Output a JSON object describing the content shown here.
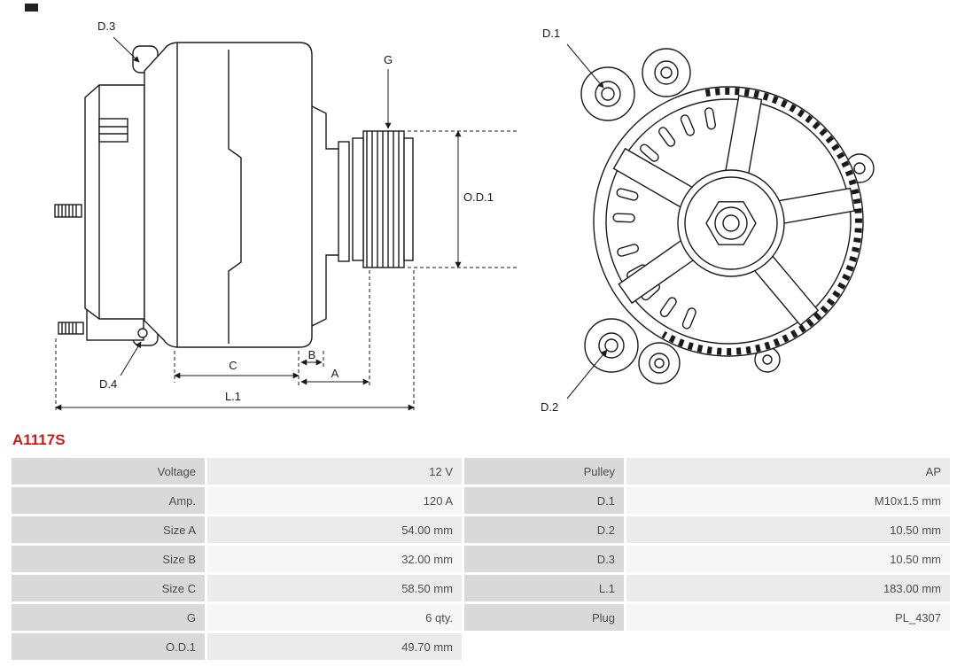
{
  "part": {
    "number": "A1117S"
  },
  "colors": {
    "part_number": "#cc1a1a",
    "line": "#1a1a1a",
    "label_cell_bg": "#d9d9d9",
    "row_odd_bg": "#ebebeb",
    "row_even_bg": "#f6f6f6"
  },
  "diagram": {
    "side_view_labels": {
      "d3": "D.3",
      "g": "G",
      "od1": "O.D.1",
      "d4": "D.4",
      "c": "C",
      "b": "B",
      "a": "A",
      "l1": "L.1"
    },
    "rear_view_labels": {
      "d1": "D.1",
      "d2": "D.2"
    }
  },
  "table": {
    "rows": [
      {
        "label_left": "Voltage",
        "value_left": "12 V",
        "label_right": "Pulley",
        "value_right": "AP"
      },
      {
        "label_left": "Amp.",
        "value_left": "120 A",
        "label_right": "D.1",
        "value_right": "M10x1.5 mm"
      },
      {
        "label_left": "Size A",
        "value_left": "54.00 mm",
        "label_right": "D.2",
        "value_right": "10.50 mm"
      },
      {
        "label_left": "Size B",
        "value_left": "32.00 mm",
        "label_right": "D.3",
        "value_right": "10.50 mm"
      },
      {
        "label_left": "Size C",
        "value_left": "58.50 mm",
        "label_right": "L.1",
        "value_right": "183.00 mm"
      },
      {
        "label_left": "G",
        "value_left": "6 qty.",
        "label_right": "Plug",
        "value_right": "PL_4307"
      },
      {
        "label_left": "O.D.1",
        "value_left": "49.70 mm",
        "label_right": "",
        "value_right": ""
      }
    ]
  }
}
